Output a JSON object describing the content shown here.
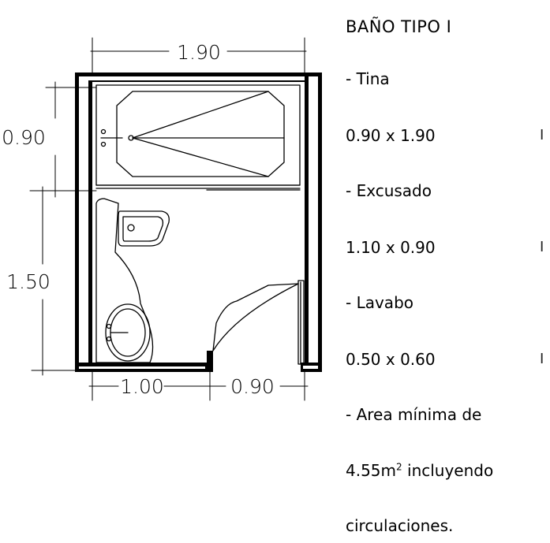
{
  "plan": {
    "dims": {
      "top_width": "1.90",
      "left_upper": "0.90",
      "left_lower": "1.50",
      "bottom_left": "1.00",
      "bottom_right": "0.90"
    }
  },
  "notes": {
    "title": "BAÑO TIPO I",
    "tina_label": "- Tina",
    "tina_size": "0.90 x 1.90",
    "excusado_label": "- Excusado",
    "excusado_size": "1.10 x 0.90",
    "lavabo_label": "- Lavabo",
    "lavabo_size": "0.50 x 0.60",
    "area_label": "- Area mínima de",
    "area_value": "4.55m",
    "area_exp": "2",
    "area_rest": " incluyendo",
    "area_end": "circulaciones.",
    "row_mark": "I"
  }
}
